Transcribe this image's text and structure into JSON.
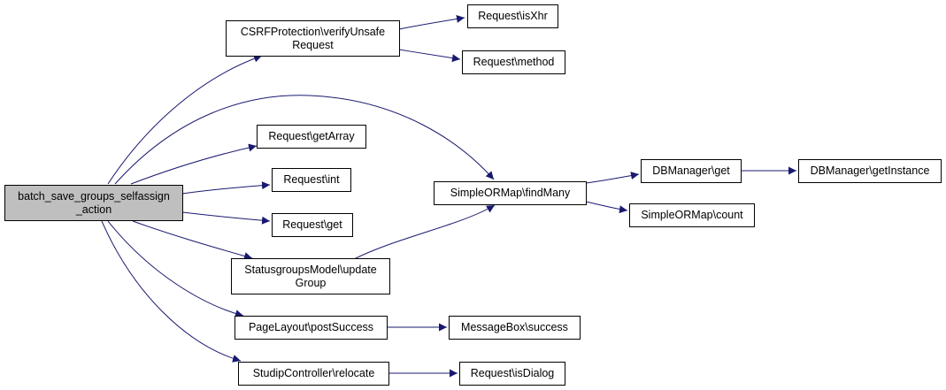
{
  "colors": {
    "edge": "#191970",
    "node_border": "#000000",
    "node_fill": "#ffffff",
    "root_fill": "#bfbfbf"
  },
  "nodes": {
    "batch_save": "batch_save_groups_selfassign\n_action",
    "csrf_verify": "CSRFProtection\\verifyUnsafe\nRequest",
    "req_isxhr": "Request\\isXhr",
    "req_method": "Request\\method",
    "req_getarray": "Request\\getArray",
    "req_int": "Request\\int",
    "req_get": "Request\\get",
    "statusgroups_update": "StatusgroupsModel\\update\nGroup",
    "pagelayout_postsuccess": "PageLayout\\postSuccess",
    "studip_relocate": "StudipController\\relocate",
    "simpleormap_findmany": "SimpleORMap\\findMany",
    "dbmanager_get": "DBManager\\get",
    "dbmanager_getinstance": "DBManager\\getInstance",
    "simpleormap_count": "SimpleORMap\\count",
    "messagebox_success": "MessageBox\\success",
    "req_isdialog": "Request\\isDialog"
  }
}
